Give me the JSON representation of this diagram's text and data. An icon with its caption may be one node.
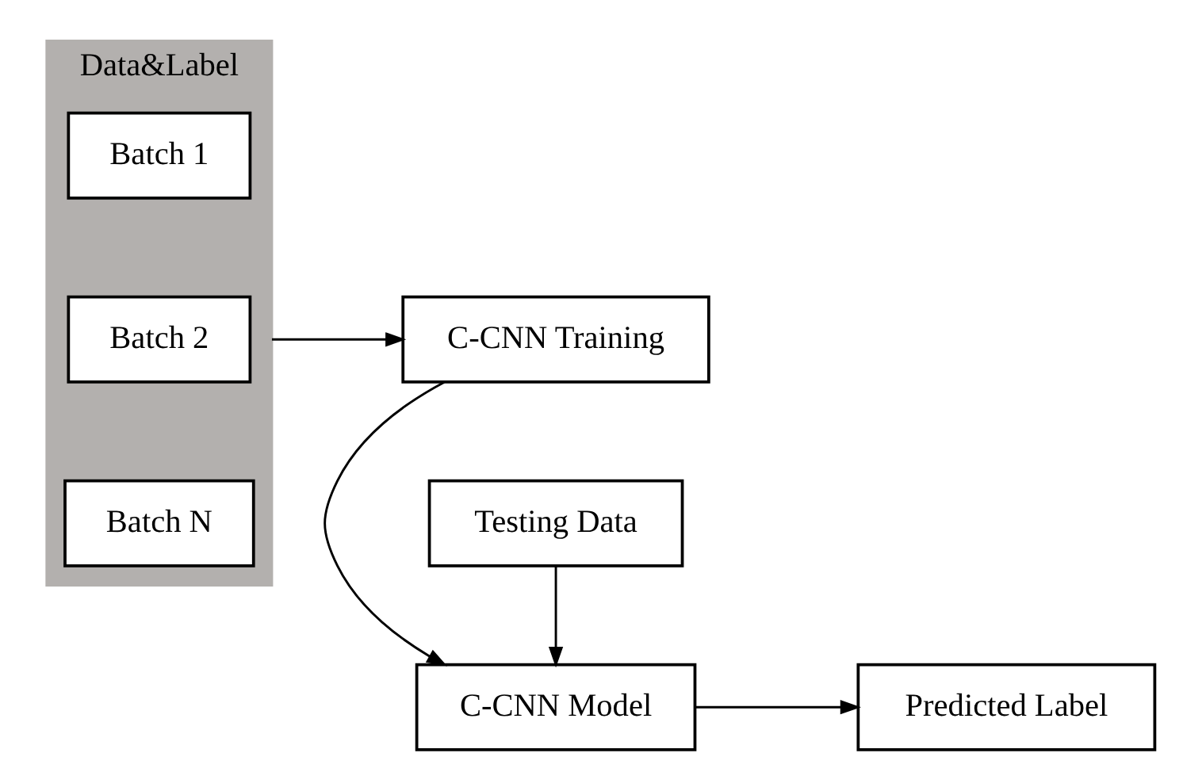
{
  "diagram": {
    "nodes": [
      {
        "text": [
          "Data&Label"
        ]
      },
      {
        "text": [
          "Batch 1"
        ],
        "in": 0
      },
      {
        "text": [
          "Batch 2"
        ],
        "in": 0
      },
      {
        "text": [
          "Batch N"
        ],
        "in": 0
      },
      {
        "text": [
          "C-CNN Training"
        ]
      },
      {
        "text": [
          "Testing Data"
        ]
      },
      {
        "text": [
          "C-CNN Model"
        ]
      },
      {
        "text": [
          "Predicted Label"
        ]
      }
    ],
    "edges": [
      {
        "from": 0,
        "to": 4,
        "arrow": "to"
      },
      {
        "from": 4,
        "to": 6,
        "arrow": "to"
      },
      {
        "from": 5,
        "to": 6,
        "arrow": "to"
      },
      {
        "from": 6,
        "to": 7,
        "arrow": "to"
      }
    ]
  }
}
